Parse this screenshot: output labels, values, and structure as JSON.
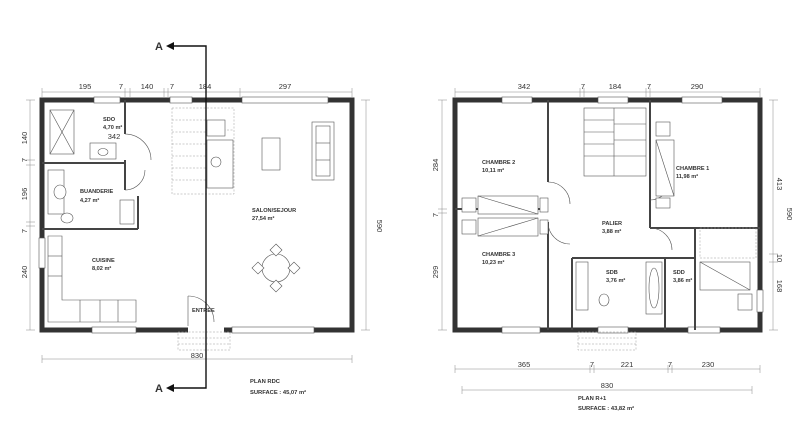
{
  "section": {
    "marker": "A"
  },
  "rdc": {
    "top_dims": [
      "195",
      "7",
      "140",
      "7",
      "184",
      "297"
    ],
    "left_dims": [
      "140",
      "7",
      "196",
      "7",
      "240"
    ],
    "right_dim": "590",
    "bottom_dim": "830",
    "inner_dim": "342",
    "rooms": [
      {
        "name": "SDO",
        "area": "4,70 m²"
      },
      {
        "name": "BUANDERIE",
        "area": "4,27 m²"
      },
      {
        "name": "CUISINE",
        "area": "8,02 m²"
      },
      {
        "name": "SALON/SEJOUR",
        "area": "27,54 m²"
      },
      {
        "name": "ENTRÉE",
        "area": ""
      }
    ],
    "caption": {
      "title": "PLAN RDC",
      "surface": "SURFACE : 45,07 m²"
    }
  },
  "r1": {
    "top_dims": [
      "342",
      "7",
      "184",
      "7",
      "290"
    ],
    "left_dims": [
      "284",
      "7",
      "299"
    ],
    "right_dims": [
      "413",
      "10",
      "168"
    ],
    "right_partial": "590",
    "bottom_dims": [
      "365",
      "7",
      "221",
      "7",
      "230"
    ],
    "bottom_total": "830",
    "rooms": [
      {
        "name": "CHAMBRE 2",
        "area": "10,11 m²"
      },
      {
        "name": "CHAMBRE 1",
        "area": "11,98 m²"
      },
      {
        "name": "PALIER",
        "area": "3,88 m²"
      },
      {
        "name": "CHAMBRE 3",
        "area": "10,23 m²"
      },
      {
        "name": "SDB",
        "area": "3,76 m²"
      },
      {
        "name": "SDD",
        "area": "3,86 m²"
      }
    ],
    "caption": {
      "title": "PLAN R+1",
      "surface": "SURFACE : 43,82 m²"
    }
  }
}
